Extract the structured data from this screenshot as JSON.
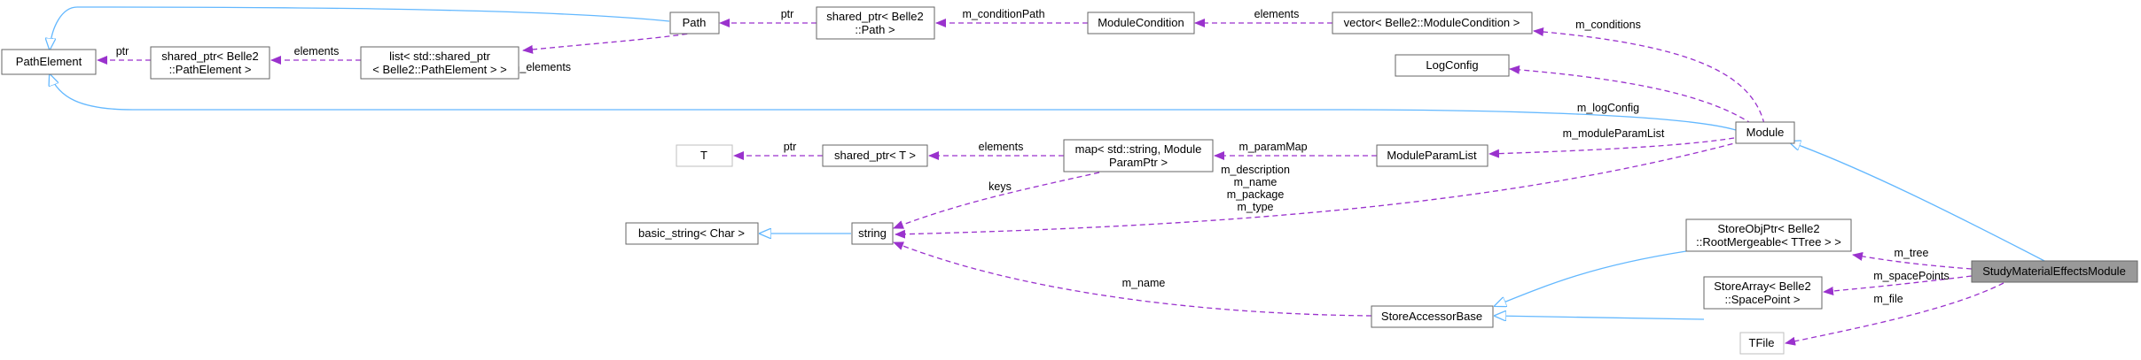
{
  "nodes": {
    "path_element": "PathElement",
    "shared_ptr_pathelement": [
      "shared_ptr< Belle2",
      "::PathElement >"
    ],
    "list_shared_ptr": [
      "list< std::shared_ptr",
      "< Belle2::PathElement > >"
    ],
    "path": "Path",
    "shared_ptr_path": [
      "shared_ptr< Belle2",
      "::Path >"
    ],
    "module_condition": "ModuleCondition",
    "vector_module_condition": "vector< Belle2::ModuleCondition >",
    "log_config": "LogConfig",
    "t": "T",
    "shared_ptr_t": "shared_ptr< T >",
    "map_string_param": [
      "map< std::string, Module",
      "ParamPtr >"
    ],
    "module_param_list": "ModuleParamList",
    "module": "Module",
    "basic_string": "basic_string< Char >",
    "string": "string",
    "store_obj_ptr": [
      "StoreObjPtr< Belle2",
      "::RootMergeable< TTree > >"
    ],
    "store_accessor_base": "StoreAccessorBase",
    "store_array": [
      "StoreArray< Belle2",
      "::SpacePoint >"
    ],
    "tfile": "TFile",
    "study_material": "StudyMaterialEffectsModule"
  },
  "edge_labels": {
    "ptr_pathelement": "ptr",
    "elements_list": "elements",
    "m_elements": "m_elements",
    "ptr_path": "ptr",
    "m_condition_path": "m_conditionPath",
    "elements_vector": "elements",
    "m_conditions": "m_conditions",
    "m_log_config": "m_logConfig",
    "ptr_t": "ptr",
    "elements_map": "elements",
    "keys": "keys",
    "m_param_map": "m_paramMap",
    "m_module_param_list": "m_moduleParamList",
    "module_strings": [
      "m_description",
      "m_name",
      "m_package",
      "m_type"
    ],
    "m_name_store": "m_name",
    "m_tree": "m_tree",
    "m_space_points": "m_spacePoints",
    "m_file": "m_file"
  },
  "colors": {
    "usage_edge": "#9a32cd",
    "inheritance_edge": "#63b8ff",
    "node_border": "#666666",
    "focus_fill": "#999999"
  }
}
